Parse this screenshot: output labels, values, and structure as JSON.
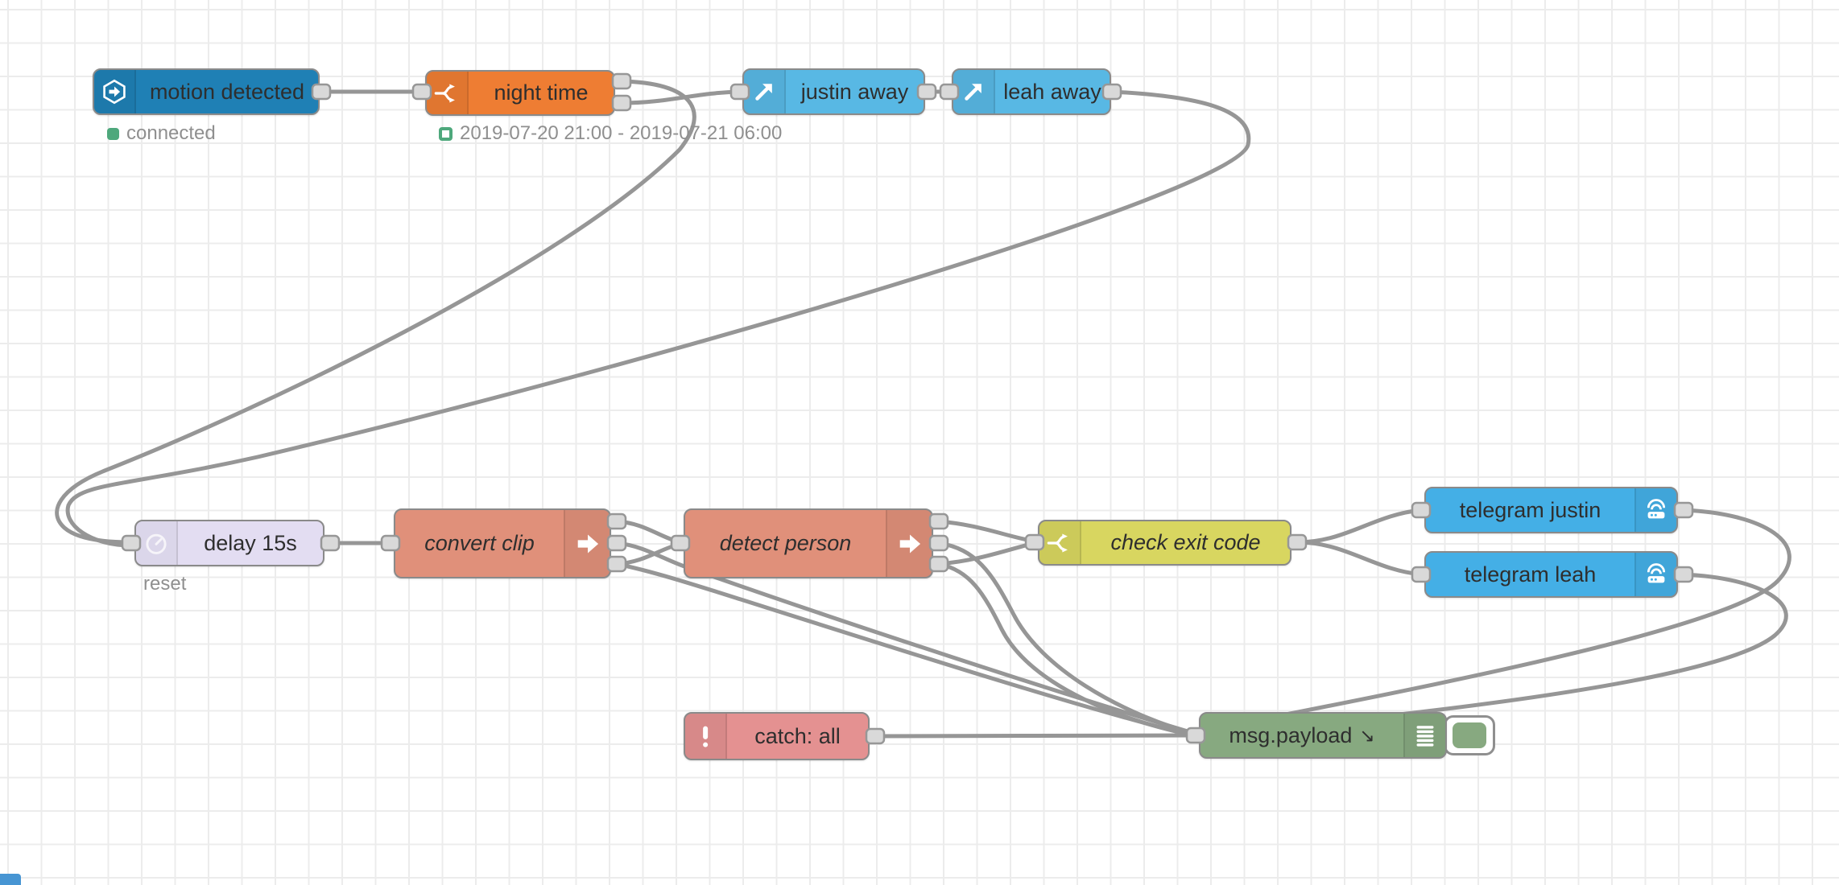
{
  "workspace": {
    "app": "node-red-flow-editor",
    "background": "#ffffff",
    "grid_color": "#ececec",
    "wire_color": "#969696",
    "port_fill": "#d9d9d9",
    "port_stroke": "#979797",
    "status_green": "#4ea87c",
    "status_text_color": "#8f8f8f",
    "label_color": "#2e2e2e"
  },
  "nodes": {
    "motion_detected": {
      "label": "motion detected",
      "color": "#1f80b5",
      "icon": "hexagon-arrow",
      "status": {
        "shape": "dot",
        "color": "#4ea87c",
        "text": "connected"
      }
    },
    "night_time": {
      "label": "night time",
      "color": "#ee7d33",
      "icon": "switch",
      "outputs": 2,
      "status": {
        "shape": "ring",
        "color": "#4ea87c",
        "text": "2019-07-20 21:00 - 2019-07-21 06:00"
      }
    },
    "justin_away": {
      "label": "justin away",
      "color": "#58b8e4",
      "icon": "arrow-up-right"
    },
    "leah_away": {
      "label": "leah away",
      "color": "#58b8e4",
      "icon": "arrow-up-right"
    },
    "delay_15s": {
      "label": "delay 15s",
      "color": "#e3ddf2",
      "icon": "timer",
      "status": {
        "shape": "none",
        "text": "reset"
      }
    },
    "convert_clip": {
      "label": "convert clip",
      "color": "#e0907a",
      "icon": "exec-arrow",
      "outputs": 3,
      "italic": true
    },
    "detect_person": {
      "label": "detect person",
      "color": "#e0907a",
      "icon": "exec-arrow",
      "outputs": 3,
      "italic": true
    },
    "check_exit_code": {
      "label": "check exit code",
      "color": "#d8d660",
      "icon": "switch",
      "italic": true
    },
    "telegram_justin": {
      "label": "telegram justin",
      "color": "#44afe6",
      "icon": "antenna"
    },
    "telegram_leah": {
      "label": "telegram leah",
      "color": "#44afe6",
      "icon": "antenna"
    },
    "catch_all": {
      "label": "catch: all",
      "color": "#e49191",
      "icon": "exclamation"
    },
    "msg_payload": {
      "label": "msg.payload",
      "suffix": "↘",
      "color": "#87a980",
      "icon": "debug-list",
      "has_enable_toggle": true
    }
  },
  "connections": [
    {
      "from": "motion_detected",
      "to": "night_time"
    },
    {
      "from": "night_time:1",
      "to": "delay_15s"
    },
    {
      "from": "night_time:2",
      "to": "justin_away"
    },
    {
      "from": "justin_away",
      "to": "leah_away"
    },
    {
      "from": "leah_away",
      "to": "delay_15s"
    },
    {
      "from": "delay_15s",
      "to": "convert_clip"
    },
    {
      "from": "convert_clip:1",
      "to": "detect_person"
    },
    {
      "from": "convert_clip:3",
      "to": "detect_person"
    },
    {
      "from": "convert_clip:2",
      "to": "msg_payload"
    },
    {
      "from": "convert_clip:3",
      "to": "msg_payload"
    },
    {
      "from": "detect_person:1",
      "to": "check_exit_code"
    },
    {
      "from": "detect_person:3",
      "to": "check_exit_code"
    },
    {
      "from": "detect_person:2",
      "to": "msg_payload"
    },
    {
      "from": "detect_person:3",
      "to": "msg_payload"
    },
    {
      "from": "check_exit_code",
      "to": "telegram_justin"
    },
    {
      "from": "check_exit_code",
      "to": "telegram_leah"
    },
    {
      "from": "telegram_justin",
      "to": "msg_payload"
    },
    {
      "from": "telegram_leah",
      "to": "msg_payload"
    },
    {
      "from": "catch_all",
      "to": "msg_payload"
    }
  ]
}
